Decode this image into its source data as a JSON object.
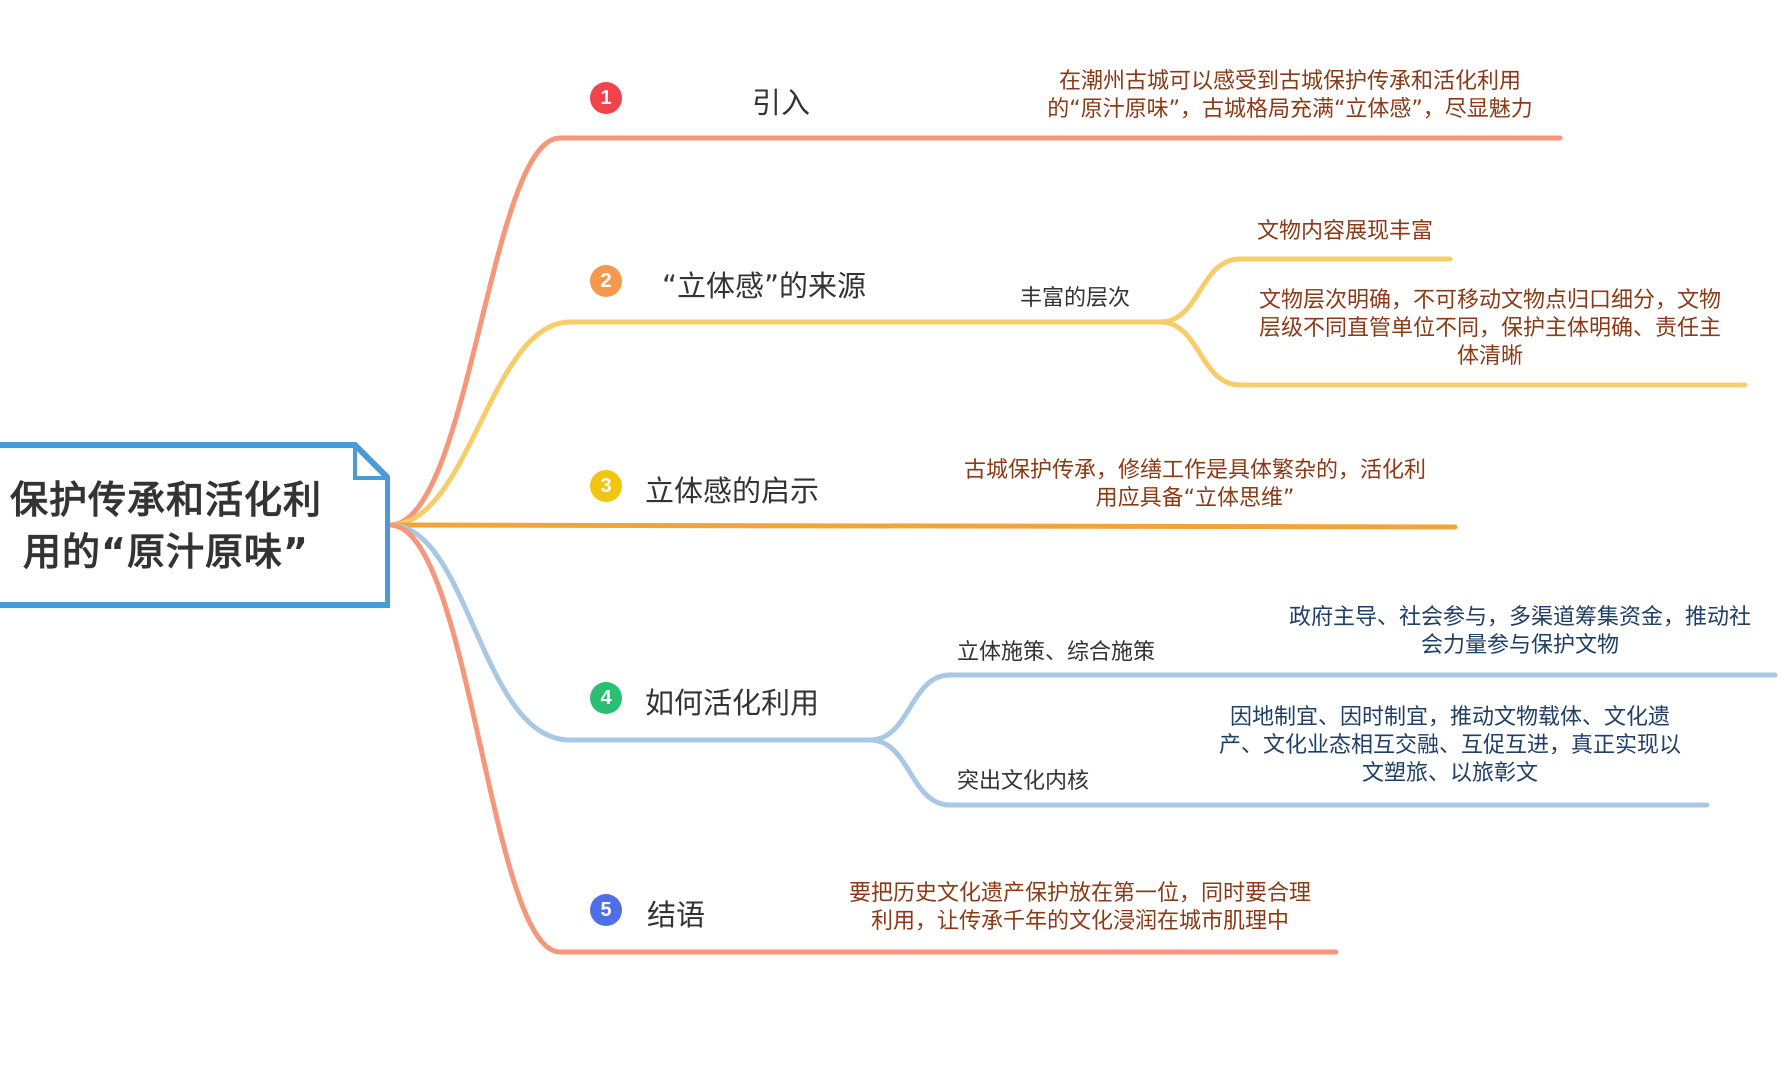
{
  "root": {
    "line1": "保护传承和活化利",
    "line2": "用的“原汁原味”"
  },
  "branches": [
    {
      "num": "1",
      "color": "#f4977a",
      "icon_color": "#f0434c",
      "title": "引入",
      "note": [
        "在潮州古城可以感受到古城保护传承和活化利用",
        "的“原汁原味”，古城格局充满“立体感”，尽显魅力"
      ]
    },
    {
      "num": "2",
      "color": "#f7cd6a",
      "icon_color": "#f7994c",
      "title": "“立体感”的来源",
      "sub": "丰富的层次",
      "children": [
        {
          "text": [
            "文物内容展现丰富"
          ]
        },
        {
          "text": [
            "文物层次明确，不可移动文物点归口细分，文物",
            "层级不同直管单位不同，保护主体明确、责任主",
            "体清晰"
          ]
        }
      ]
    },
    {
      "num": "3",
      "color": "#f0a43c",
      "icon_color": "#f2c513",
      "title": "立体感的启示",
      "note": [
        "古城保护传承，修缮工作是具体繁杂的，活化利",
        "用应具备“立体思维”"
      ]
    },
    {
      "num": "4",
      "color": "#a8c8e6",
      "icon_color": "#2bbf73",
      "title": "如何活化利用",
      "children": [
        {
          "sub": "立体施策、综合施策",
          "text": [
            "政府主导、社会参与，多渠道筹集资金，推动社",
            "会力量参与保护文物"
          ]
        },
        {
          "sub": "突出文化内核",
          "text": [
            "因地制宜、因时制宜，推动文物载体、文化遗",
            "产、文化业态相互交融、互促互进，真正实现以",
            "文塑旅、以旅彰文"
          ]
        }
      ]
    },
    {
      "num": "5",
      "color": "#f4977a",
      "icon_color": "#4f6fe8",
      "title": "结语",
      "note": [
        "要把历史文化遗产保护放在第一位，同时要合理",
        "利用，让传承千年的文化浸润在城市肌理中"
      ]
    }
  ],
  "root_border_color": "#4a9ad4"
}
